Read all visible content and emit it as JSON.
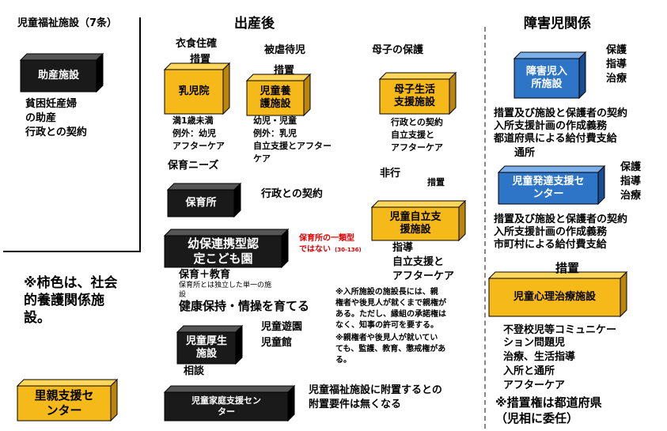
{
  "colors": {
    "gold": "#f6b91a",
    "gold_top": "#ffd75a",
    "gold_side": "#b9860a",
    "black": "#1a1a1a",
    "black_top": "#555555",
    "black_side": "#000000",
    "blue": "#2e75c8",
    "blue_top": "#7bb0ea",
    "blue_side": "#1a4d8f",
    "note_red": "#e00000"
  },
  "left": {
    "header": "児童福祉施設（7条）",
    "josan_label": "助産施設",
    "josan_notes": [
      "貧困妊産婦",
      "の助産",
      "行政との契約"
    ],
    "kakiiro_note": [
      "※柿色は、社会",
      "的養護関係施",
      "設。"
    ],
    "satooya_label": "里親支援セ\nンター"
  },
  "middle": {
    "header": "出産後",
    "ishoku": "衣食住確",
    "sochi1": "措置",
    "nyujiin_label": "乳児院",
    "nyujiin_notes": [
      "満1歳未満",
      "例外：幼児",
      "アフターケア"
    ],
    "higyaku": "被虐待児",
    "sochi2": "措置",
    "yogo_label": "児童養\n護施設",
    "yogo_notes": [
      "幼児・児童",
      "例外：乳児",
      "自立支援とアフター",
      "ケア"
    ],
    "boshi_header": "母子の保護",
    "boshi_label": "母子生活\n支援施設",
    "boshi_notes": [
      "行政との契約",
      "自立支援と",
      "アフターケア"
    ],
    "hoiku_needs": "保育ニーズ",
    "hoikusho_label": "保育所",
    "hoikusho_note": "行政との契約",
    "hiko": "非行",
    "sochi3": "措置",
    "jiritsu_label": "児童自立支\n援施設",
    "jiritsu_notes": [
      "指導",
      "自立支援と",
      "アフターケア"
    ],
    "kodomoen_label": "幼保連携型認\n定こども園",
    "kodomoen_red": [
      "保育所の一類型",
      "ではない"
    ],
    "kodomoen_red_ref": "(30-136)",
    "kodomoen_n1": "保育＋教育",
    "kodomoen_n2": [
      "保育所とは独立した単一の施",
      "設"
    ],
    "kodomoen_n3": "健康保持・情操を育てる",
    "shisetsucho_note": [
      "※入所施設の施設長には、親",
      "権者や後見人が就くまで親権が",
      "ある。ただし、縁組の承諾権は",
      "なく、知事の許可を要する。",
      "※親権者や後見人が就いてい",
      "ても、監護、教育、懲戒権があ",
      "る。"
    ],
    "kosei_label": "児童厚生\n施設",
    "kosei_notes": [
      "児童遊園",
      "児童館"
    ],
    "sodan": "相談",
    "katei_label": "児童家庭支援セン\nター",
    "katei_notes": [
      "児童福祉施設に附置するとの",
      "附置要件は無くなる"
    ]
  },
  "right": {
    "header": "障害児関係",
    "nyusho_label": "障害児入\n所施設",
    "nyusho_side": [
      "保護",
      "指導",
      "治療"
    ],
    "nyusho_notes": [
      "措置及び施設と保護者の契約",
      "入所支援計画の作成義務",
      "都道府県による給付費支給"
    ],
    "tsusho": "通所",
    "hattatsu_label": "児童発達支援セ\nンター",
    "hattatsu_side": [
      "保護",
      "指導",
      "治療"
    ],
    "hattatsu_notes": [
      "措置及び施設と保護者の契約",
      "入所支援計画の作成義務",
      "市町村による給付費支給"
    ],
    "sochi4": "措置",
    "shinri_label": "児童心理治療施設",
    "shinri_notes": [
      "不登校児等コミュニケー",
      "ション問題児",
      "治療、生活指導",
      "入所と通所",
      "アフターケア"
    ],
    "sochi_ken": [
      "※措置権は都道府県",
      "（児相に委任）"
    ]
  }
}
